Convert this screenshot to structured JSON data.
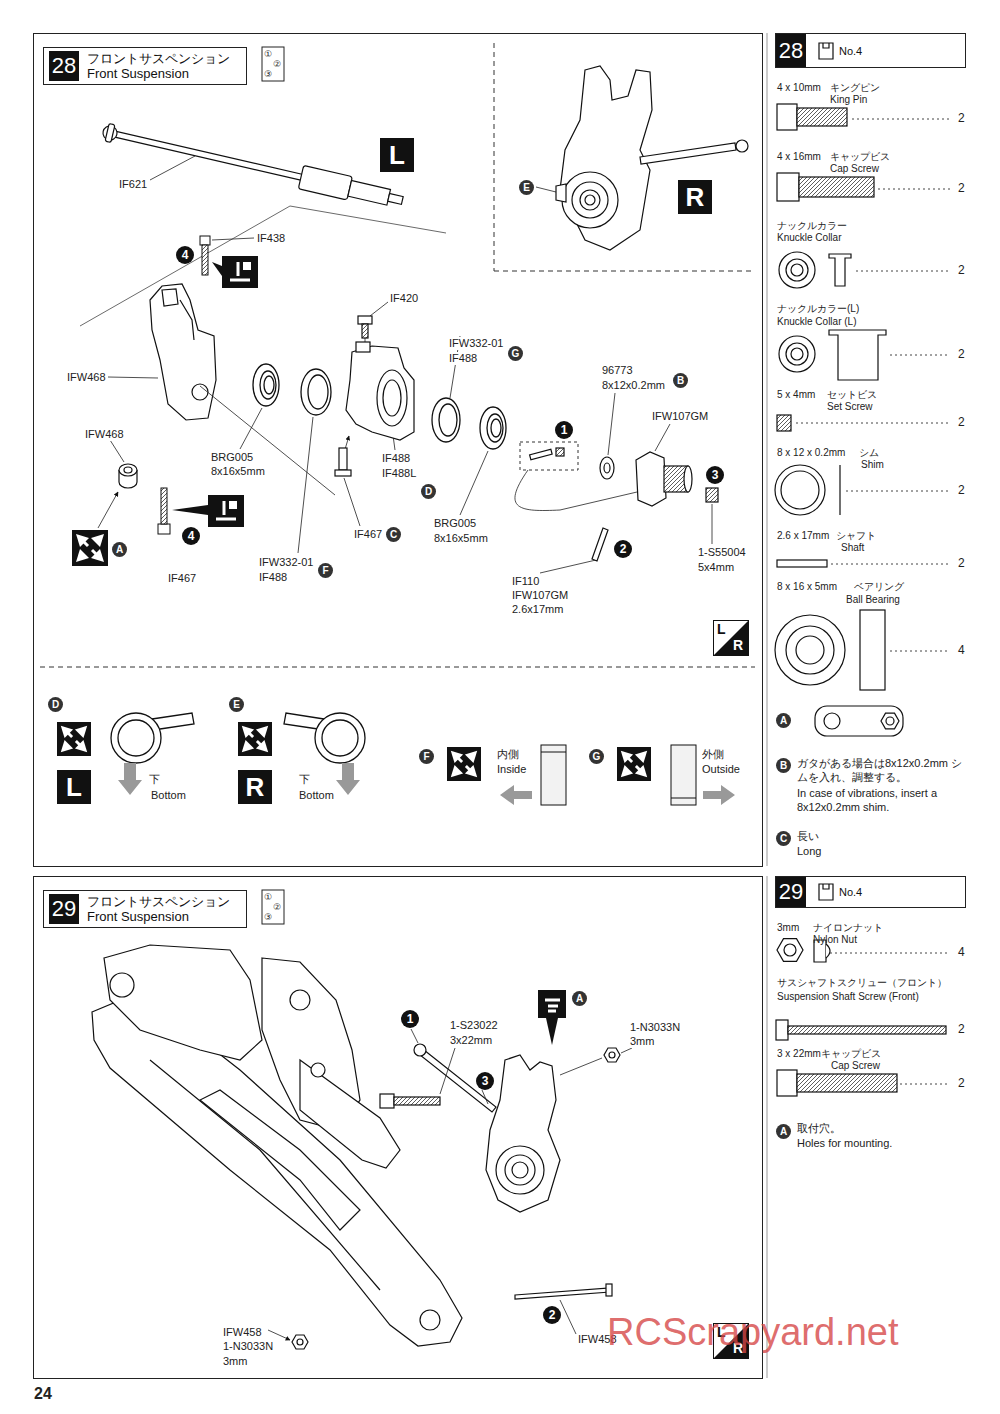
{
  "diagram": {
    "nodes": [
      {
        "text": [
          "28",
          "フロントサスペンション",
          "Front Suspension"
        ]
      },
      {
        "text": [
          "L"
        ]
      },
      {
        "text": [
          "R"
        ]
      },
      {
        "text": [
          "L"
        ]
      },
      {
        "text": [
          "R"
        ]
      },
      {
        "text": [
          "28",
          "No.4"
        ]
      },
      {
        "text": [
          "29",
          "フロントサスペンション",
          "Front Suspension"
        ]
      },
      {
        "text": [
          "29",
          "No.4"
        ]
      }
    ],
    "labels": [
      "①",
      "②",
      "③",
      "IF621",
      "IF438",
      "4",
      "IF420",
      "IFW332-01",
      "IF488",
      "G",
      "96773",
      "8x12x0.2mm",
      "B",
      "IFW107GM",
      "IFW468",
      "1",
      "IFW468",
      "BRG005",
      "8x16x5mm",
      "IF488",
      "IF488L",
      "D",
      "3",
      "IF467",
      "C",
      "BRG005",
      "8x16x5mm",
      "4",
      "2",
      "1-S55004",
      "5x4mm",
      "A",
      "IFW332-01",
      "IF488",
      "F",
      "IF467",
      "IF110",
      "IFW107GM",
      "2.6x17mm",
      "E",
      "L",
      "R",
      "D",
      "下",
      "Bottom",
      "E",
      "下",
      "Bottom",
      "F",
      "内側",
      "Inside",
      "G",
      "外側",
      "Outside",
      "4 x 10mm",
      "キングピン",
      "King Pin",
      "2",
      "4 x 16mm",
      "キャップビス",
      "Cap Screw",
      "2",
      "ナックルカラー",
      "Knuckle Collar",
      "2",
      "ナックルカラー(L)",
      "Knuckle Collar (L)",
      "2",
      "5 x 4mm",
      "セットビス",
      "Set Screw",
      "2",
      "8 x 12 x 0.2mm",
      "シム",
      "Shim",
      "2",
      "2.6 x 17mm",
      "シャフト",
      "Shaft",
      "2",
      "8 x 16 x 5mm",
      "ベアリング",
      "Ball Bearing",
      "4",
      "A",
      "B",
      "ガタがある場合は8x12x0.2mm シムを入れ、調整する。",
      "In case of vibrations, insert a 8x12x0.2mm shim.",
      "C",
      "長い",
      "Long",
      "①",
      "②",
      "③",
      "A",
      "1",
      "1-S23022",
      "3x22mm",
      "1-N3033N",
      "3mm",
      "3",
      "2",
      "IFW458",
      "1-N3033N",
      "3mm",
      "IFW458",
      "L",
      "R",
      "3mm",
      "ナイロンナット",
      "Nylon Nut",
      "4",
      "サスシャフトスクリュー（フロント）",
      "Suspension Shaft Screw (Front)",
      "2",
      "3 x 22mm",
      "キャップビス",
      "Cap Screw",
      "2",
      "A",
      "取付穴。",
      "Holes for mounting.",
      "24",
      "RCScrapyard.net"
    ]
  }
}
